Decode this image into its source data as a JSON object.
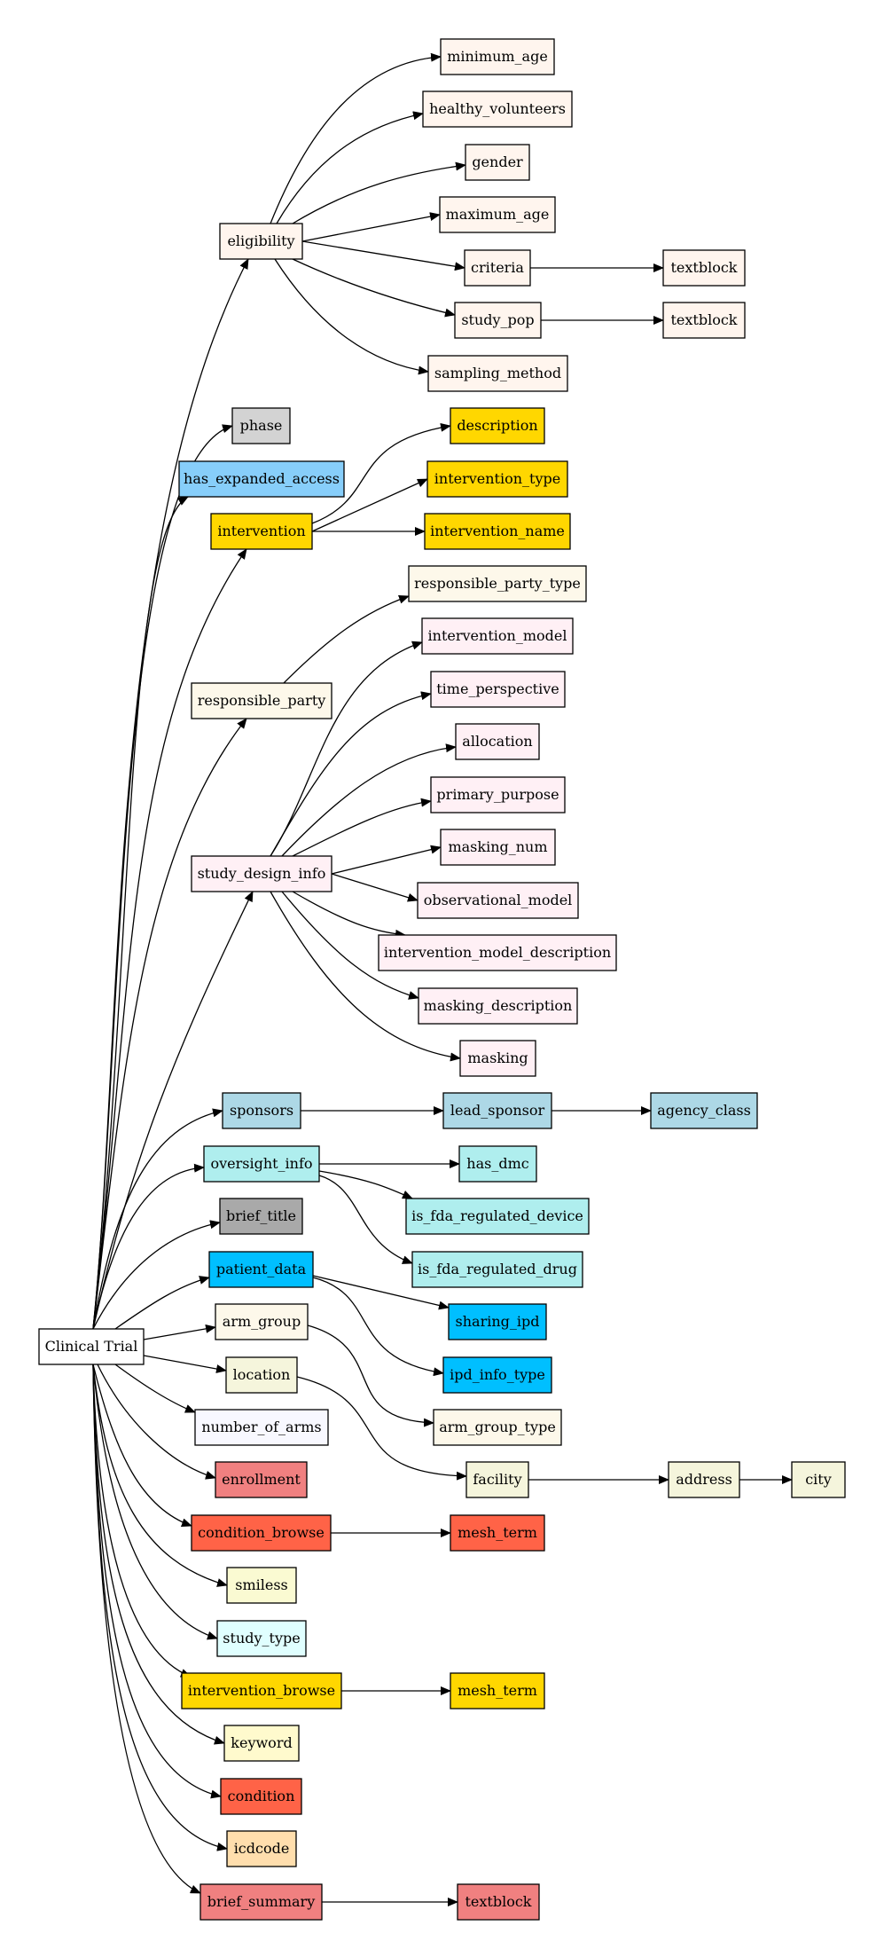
{
  "nodes": {
    "clinical_trial": {
      "label": "Clinical Trial",
      "fill": "#ffffff"
    },
    "eligibility": {
      "label": "eligibility",
      "fill": "#fff5ee"
    },
    "minimum_age": {
      "label": "minimum_age",
      "fill": "#fff5ee"
    },
    "healthy_volunteers": {
      "label": "healthy_volunteers",
      "fill": "#fff5ee"
    },
    "gender": {
      "label": "gender",
      "fill": "#fff5ee"
    },
    "maximum_age": {
      "label": "maximum_age",
      "fill": "#fff5ee"
    },
    "criteria": {
      "label": "criteria",
      "fill": "#fff5ee"
    },
    "criteria_textblock": {
      "label": "textblock",
      "fill": "#fff5ee"
    },
    "study_pop": {
      "label": "study_pop",
      "fill": "#fff5ee"
    },
    "study_pop_textblock": {
      "label": "textblock",
      "fill": "#fff5ee"
    },
    "sampling_method": {
      "label": "sampling_method",
      "fill": "#fff5ee"
    },
    "phase": {
      "label": "phase",
      "fill": "#d3d3d3"
    },
    "has_expanded_access": {
      "label": "has_expanded_access",
      "fill": "#87cefa"
    },
    "intervention": {
      "label": "intervention",
      "fill": "#ffd700"
    },
    "description": {
      "label": "description",
      "fill": "#ffd700"
    },
    "intervention_type": {
      "label": "intervention_type",
      "fill": "#ffd700"
    },
    "intervention_name": {
      "label": "intervention_name",
      "fill": "#ffd700"
    },
    "responsible_party": {
      "label": "responsible_party",
      "fill": "#fdf8ea"
    },
    "responsible_party_type": {
      "label": "responsible_party_type",
      "fill": "#fdf8ea"
    },
    "study_design_info": {
      "label": "study_design_info",
      "fill": "#fff0f5"
    },
    "intervention_model": {
      "label": "intervention_model",
      "fill": "#fff0f5"
    },
    "time_perspective": {
      "label": "time_perspective",
      "fill": "#fff0f5"
    },
    "allocation": {
      "label": "allocation",
      "fill": "#fff0f5"
    },
    "primary_purpose": {
      "label": "primary_purpose",
      "fill": "#fff0f5"
    },
    "masking_num": {
      "label": "masking_num",
      "fill": "#fff0f5"
    },
    "observational_model": {
      "label": "observational_model",
      "fill": "#fff0f5"
    },
    "intervention_model_description": {
      "label": "intervention_model_description",
      "fill": "#fff0f5"
    },
    "masking_description": {
      "label": "masking_description",
      "fill": "#fff0f5"
    },
    "masking": {
      "label": "masking",
      "fill": "#fff0f5"
    },
    "sponsors": {
      "label": "sponsors",
      "fill": "#add8e6"
    },
    "lead_sponsor": {
      "label": "lead_sponsor",
      "fill": "#add8e6"
    },
    "agency_class": {
      "label": "agency_class",
      "fill": "#add8e6"
    },
    "oversight_info": {
      "label": "oversight_info",
      "fill": "#afeeee"
    },
    "has_dmc": {
      "label": "has_dmc",
      "fill": "#afeeee"
    },
    "is_fda_regulated_device": {
      "label": "is_fda_regulated_device",
      "fill": "#afeeee"
    },
    "is_fda_regulated_drug": {
      "label": "is_fda_regulated_drug",
      "fill": "#afeeee"
    },
    "brief_title": {
      "label": "brief_title",
      "fill": "#a9a9a9"
    },
    "patient_data": {
      "label": "patient_data",
      "fill": "#00bfff"
    },
    "sharing_ipd": {
      "label": "sharing_ipd",
      "fill": "#00bfff"
    },
    "ipd_info_type": {
      "label": "ipd_info_type",
      "fill": "#00bfff"
    },
    "arm_group": {
      "label": "arm_group",
      "fill": "#fdf8ea"
    },
    "arm_group_type": {
      "label": "arm_group_type",
      "fill": "#fdf8ea"
    },
    "location": {
      "label": "location",
      "fill": "#f5f5dc"
    },
    "facility": {
      "label": "facility",
      "fill": "#f5f5dc"
    },
    "address": {
      "label": "address",
      "fill": "#f5f5dc"
    },
    "city": {
      "label": "city",
      "fill": "#f5f5dc"
    },
    "number_of_arms": {
      "label": "number_of_arms",
      "fill": "#f8f8ff"
    },
    "enrollment": {
      "label": "enrollment",
      "fill": "#f08080"
    },
    "condition_browse": {
      "label": "condition_browse",
      "fill": "#ff6347"
    },
    "condition_browse_mesh_term": {
      "label": "mesh_term",
      "fill": "#ff6347"
    },
    "smiless": {
      "label": "smiless",
      "fill": "#fafad2"
    },
    "study_type": {
      "label": "study_type",
      "fill": "#e0ffff"
    },
    "intervention_browse": {
      "label": "intervention_browse",
      "fill": "#ffd700"
    },
    "intervention_browse_mesh_term": {
      "label": "mesh_term",
      "fill": "#ffd700"
    },
    "keyword": {
      "label": "keyword",
      "fill": "#fffacd"
    },
    "condition": {
      "label": "condition",
      "fill": "#ff6347"
    },
    "icdcode": {
      "label": "icdcode",
      "fill": "#ffdead"
    },
    "brief_summary": {
      "label": "brief_summary",
      "fill": "#f08080"
    },
    "brief_summary_textblock": {
      "label": "textblock",
      "fill": "#f08080"
    }
  },
  "edges": [
    [
      "clinical_trial",
      "eligibility"
    ],
    [
      "eligibility",
      "minimum_age"
    ],
    [
      "eligibility",
      "healthy_volunteers"
    ],
    [
      "eligibility",
      "gender"
    ],
    [
      "eligibility",
      "maximum_age"
    ],
    [
      "eligibility",
      "criteria"
    ],
    [
      "criteria",
      "criteria_textblock"
    ],
    [
      "eligibility",
      "study_pop"
    ],
    [
      "study_pop",
      "study_pop_textblock"
    ],
    [
      "eligibility",
      "sampling_method"
    ],
    [
      "clinical_trial",
      "phase"
    ],
    [
      "clinical_trial",
      "has_expanded_access"
    ],
    [
      "clinical_trial",
      "intervention"
    ],
    [
      "intervention",
      "description"
    ],
    [
      "intervention",
      "intervention_type"
    ],
    [
      "intervention",
      "intervention_name"
    ],
    [
      "clinical_trial",
      "responsible_party"
    ],
    [
      "responsible_party",
      "responsible_party_type"
    ],
    [
      "clinical_trial",
      "study_design_info"
    ],
    [
      "study_design_info",
      "intervention_model"
    ],
    [
      "study_design_info",
      "time_perspective"
    ],
    [
      "study_design_info",
      "allocation"
    ],
    [
      "study_design_info",
      "primary_purpose"
    ],
    [
      "study_design_info",
      "masking_num"
    ],
    [
      "study_design_info",
      "observational_model"
    ],
    [
      "study_design_info",
      "intervention_model_description"
    ],
    [
      "study_design_info",
      "masking_description"
    ],
    [
      "study_design_info",
      "masking"
    ],
    [
      "clinical_trial",
      "sponsors"
    ],
    [
      "sponsors",
      "lead_sponsor"
    ],
    [
      "lead_sponsor",
      "agency_class"
    ],
    [
      "clinical_trial",
      "oversight_info"
    ],
    [
      "oversight_info",
      "has_dmc"
    ],
    [
      "oversight_info",
      "is_fda_regulated_device"
    ],
    [
      "oversight_info",
      "is_fda_regulated_drug"
    ],
    [
      "clinical_trial",
      "brief_title"
    ],
    [
      "clinical_trial",
      "patient_data"
    ],
    [
      "patient_data",
      "sharing_ipd"
    ],
    [
      "patient_data",
      "ipd_info_type"
    ],
    [
      "clinical_trial",
      "arm_group"
    ],
    [
      "arm_group",
      "arm_group_type"
    ],
    [
      "clinical_trial",
      "location"
    ],
    [
      "location",
      "facility"
    ],
    [
      "facility",
      "address"
    ],
    [
      "address",
      "city"
    ],
    [
      "clinical_trial",
      "number_of_arms"
    ],
    [
      "clinical_trial",
      "enrollment"
    ],
    [
      "clinical_trial",
      "condition_browse"
    ],
    [
      "condition_browse",
      "condition_browse_mesh_term"
    ],
    [
      "clinical_trial",
      "smiless"
    ],
    [
      "clinical_trial",
      "study_type"
    ],
    [
      "clinical_trial",
      "intervention_browse"
    ],
    [
      "intervention_browse",
      "intervention_browse_mesh_term"
    ],
    [
      "clinical_trial",
      "keyword"
    ],
    [
      "clinical_trial",
      "condition"
    ],
    [
      "clinical_trial",
      "icdcode"
    ],
    [
      "clinical_trial",
      "brief_summary"
    ],
    [
      "brief_summary",
      "brief_summary_textblock"
    ]
  ]
}
